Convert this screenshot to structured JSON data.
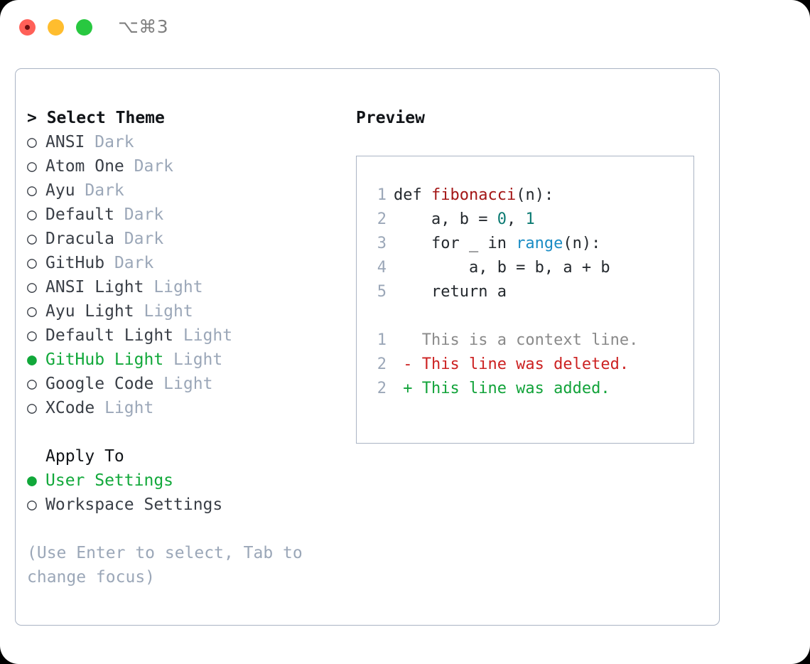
{
  "window": {
    "shortcut": "⌥⌘3",
    "traffic_lights": [
      {
        "name": "close",
        "color": "#ff6058"
      },
      {
        "name": "minimize",
        "color": "#ffbd2e"
      },
      {
        "name": "maximize",
        "color": "#28c840"
      }
    ]
  },
  "theme_list": {
    "header": "Select Theme",
    "caret": "> ",
    "marker_unselected": "○ ",
    "marker_selected": "● ",
    "accent_color": "#11a83a",
    "items": [
      {
        "label": "ANSI",
        "suffix": "Dark",
        "selected": false
      },
      {
        "label": "Atom One",
        "suffix": "Dark",
        "selected": false
      },
      {
        "label": "Ayu",
        "suffix": "Dark",
        "selected": false
      },
      {
        "label": "Default",
        "suffix": "Dark",
        "selected": false
      },
      {
        "label": "Dracula",
        "suffix": "Dark",
        "selected": false
      },
      {
        "label": "GitHub",
        "suffix": "Dark",
        "selected": false
      },
      {
        "label": "ANSI Light",
        "suffix": "Light",
        "selected": false
      },
      {
        "label": "Ayu Light",
        "suffix": "Light",
        "selected": false
      },
      {
        "label": "Default Light",
        "suffix": "Light",
        "selected": false
      },
      {
        "label": "GitHub Light",
        "suffix": "Light",
        "selected": true
      },
      {
        "label": "Google Code",
        "suffix": "Light",
        "selected": false
      },
      {
        "label": "XCode",
        "suffix": "Light",
        "selected": false
      }
    ]
  },
  "apply_to": {
    "title": "Apply To",
    "items": [
      {
        "label": "User Settings",
        "selected": true
      },
      {
        "label": "Workspace Settings",
        "selected": false
      }
    ]
  },
  "hint": "(Use Enter to select, Tab to change focus)",
  "preview": {
    "title": "Preview",
    "code_lines": [
      {
        "num": "1",
        "tokens": [
          {
            "text": "def ",
            "style": "plain"
          },
          {
            "text": "fibonacci",
            "style": "fn"
          },
          {
            "text": "(n):",
            "style": "plain"
          }
        ]
      },
      {
        "num": "2",
        "tokens": [
          {
            "text": "    a, b = ",
            "style": "plain"
          },
          {
            "text": "0",
            "style": "num"
          },
          {
            "text": ", ",
            "style": "plain"
          },
          {
            "text": "1",
            "style": "num"
          }
        ]
      },
      {
        "num": "3",
        "tokens": [
          {
            "text": "    for _ in ",
            "style": "plain"
          },
          {
            "text": "range",
            "style": "call"
          },
          {
            "text": "(n):",
            "style": "plain"
          }
        ]
      },
      {
        "num": "4",
        "tokens": [
          {
            "text": "        a, b = b, a + b",
            "style": "plain"
          }
        ]
      },
      {
        "num": "5",
        "tokens": [
          {
            "text": "    return a",
            "style": "plain"
          }
        ]
      }
    ],
    "diff_lines": [
      {
        "num": "1",
        "marker": "  ",
        "text": "This is a context line.",
        "kind": "ctx"
      },
      {
        "num": "2",
        "marker": "- ",
        "text": "This line was deleted.",
        "kind": "del"
      },
      {
        "num": "2",
        "marker": "+ ",
        "text": "This line was added.",
        "kind": "add"
      }
    ]
  }
}
